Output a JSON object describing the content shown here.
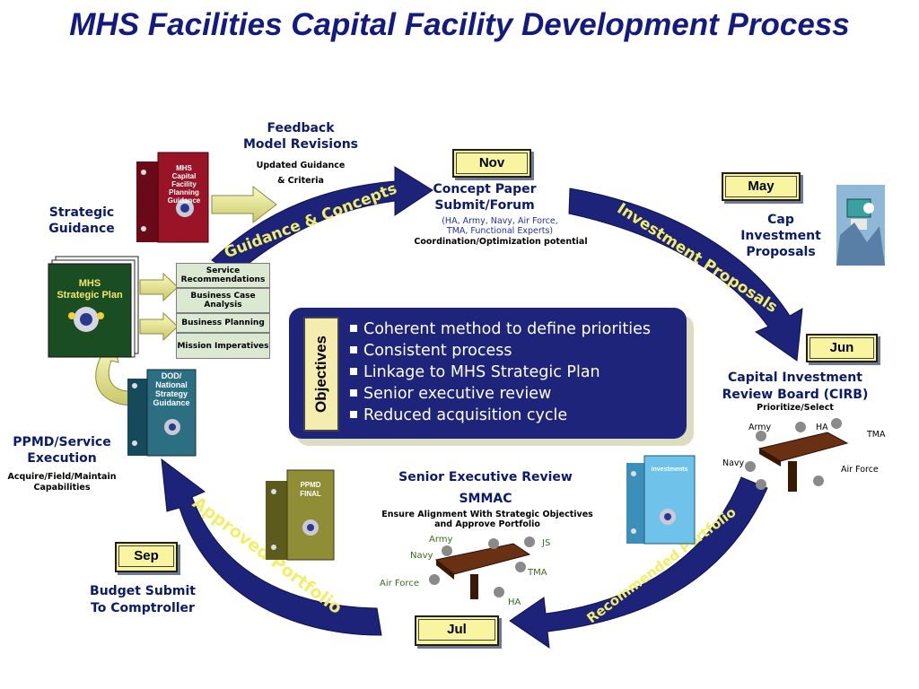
{
  "title": "MHS Facilities Capital Facility Development Process",
  "feedback": {
    "line1": "Feedback",
    "line2": "Model Revisions",
    "sub1": "Updated Guidance",
    "sub2": "& Criteria"
  },
  "strategic_guidance": {
    "line1": "Strategic",
    "line2": "Guidance"
  },
  "binders": {
    "mhs_cfpg": [
      "MHS",
      "Capital",
      "Facility",
      "Planning",
      "Guidance"
    ],
    "strategic_plan": [
      "MHS",
      "Strategic Plan"
    ],
    "dod": [
      "DOD/",
      "National",
      "Strategy",
      "Guidance"
    ],
    "ppmd": [
      "PPMD",
      "FINAL"
    ],
    "investments": "Investments"
  },
  "plan_boxes": [
    "Service Recommendations",
    "Business Case Analysis",
    "Business Planning",
    "Mission Imperatives"
  ],
  "months": {
    "nov": "Nov",
    "may": "May",
    "jun": "Jun",
    "jul": "Jul",
    "sep": "Sep"
  },
  "concept": {
    "line1": "Concept Paper",
    "line2": "Submit/Forum",
    "sub1": "(HA, Army, Navy, Air Force,",
    "sub2": "TMA, Functional Experts)",
    "sub3": "Coordination/Optimization potential"
  },
  "cap": {
    "line1": "Cap",
    "line2": "Investment",
    "line3": "Proposals"
  },
  "cirb": {
    "line1": "Capital Investment",
    "line2": "Review Board (CIRB)",
    "sub": "Prioritize/Select",
    "army": "Army",
    "ha": "HA",
    "tma": "TMA",
    "navy": "Navy",
    "airforce": "Air Force"
  },
  "ppmd": {
    "line1": "PPMD/Service",
    "line2": "Execution",
    "sub1": "Acquire/Field/Maintain",
    "sub2": "Capabilities"
  },
  "ser": {
    "line1": "Senior Executive Review",
    "line2": "SMMAC",
    "sub1": "Ensure Alignment With Strategic Objectives",
    "sub2": "and Approve Portfolio",
    "army": "Army",
    "js": "JS",
    "navy": "Navy",
    "tma": "TMA",
    "airforce": "Air Force",
    "ha": "HA"
  },
  "budget": {
    "line1": "Budget Submit",
    "line2": "To Comptroller"
  },
  "objectives": {
    "label": "Objectives",
    "items": [
      "Coherent method to define priorities",
      "Consistent process",
      "Linkage to MHS Strategic Plan",
      "Senior executive review",
      "Reduced acquisition cycle"
    ]
  },
  "arc_labels": {
    "guidance": "Guidance & Concepts",
    "investment": "Investment Proposals",
    "recommended": "Recommended Portfolio",
    "approved": "Approved Portfolio"
  },
  "colors": {
    "arc": "#1c2378",
    "arc_text": "#f2ee6a",
    "month_bg": "#f8f4a0",
    "title": "#141b80"
  }
}
